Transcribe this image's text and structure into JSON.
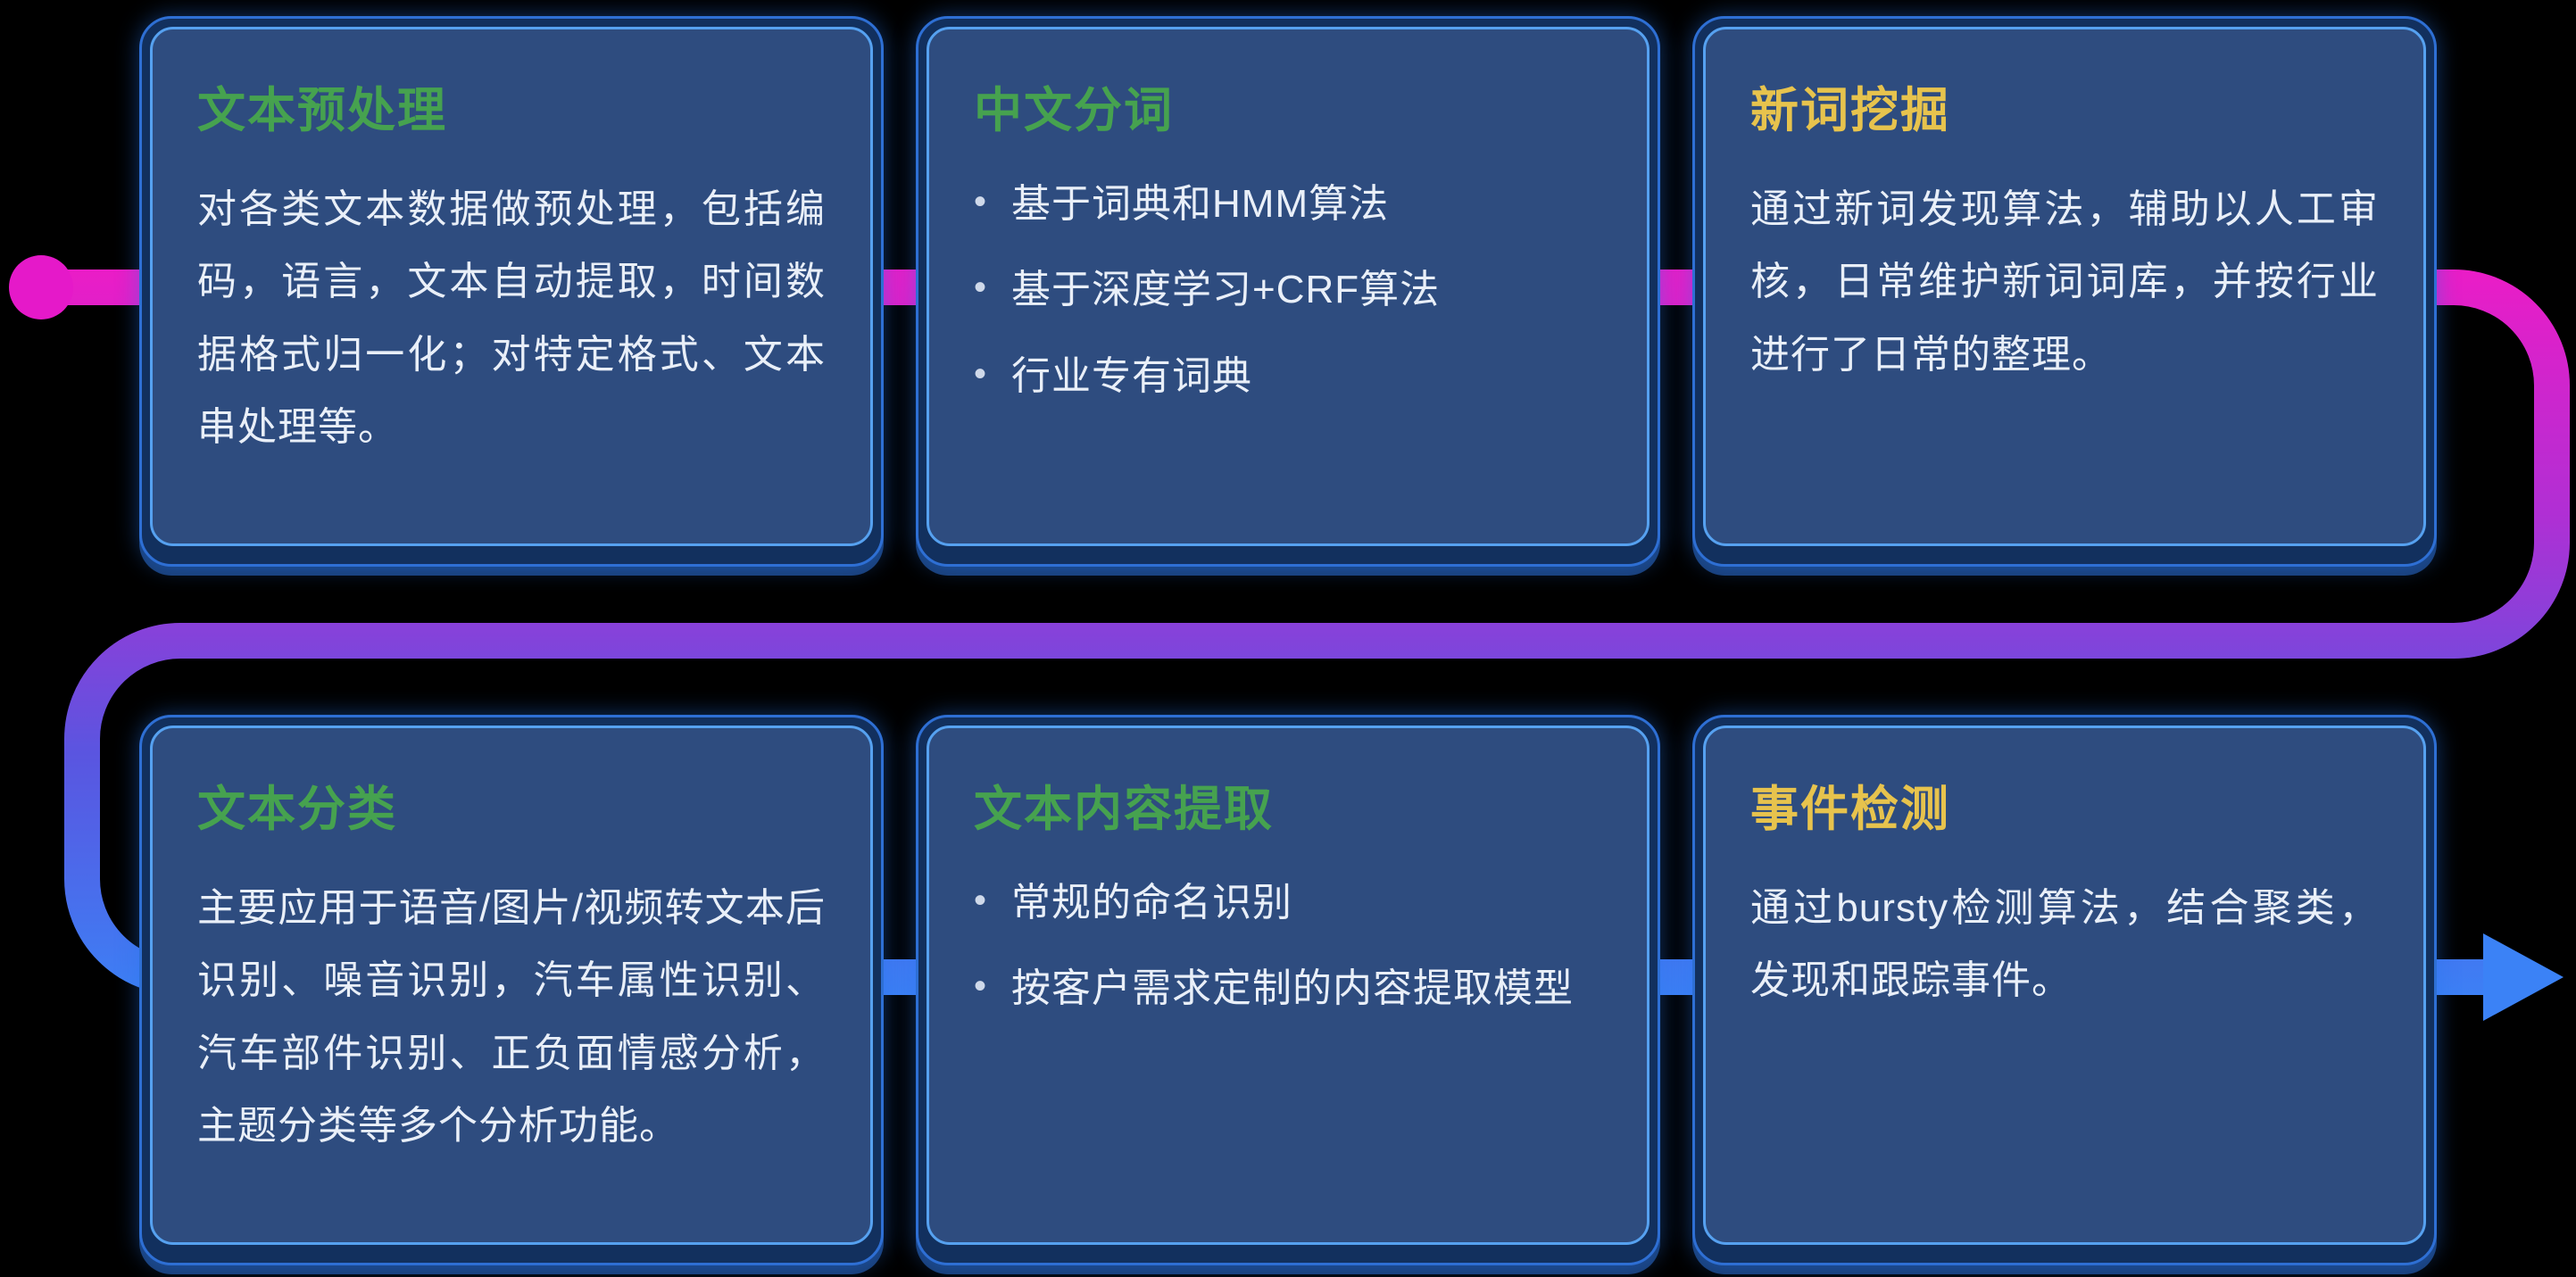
{
  "flow": {
    "start_dot_color": "#e519c9",
    "arrow_color": "#3b82f6",
    "gradient": [
      "#ed1cc6",
      "#b02fd4",
      "#5a55e0",
      "#3b82f6"
    ]
  },
  "palette": {
    "card_fill": "#2e4c7f",
    "card_inner_border": "#56a1f0",
    "card_outer_border": "#2e6fd4",
    "green_title": "#46a24f",
    "yellow_title": "#e7c34d",
    "body_text": "#e9eff8"
  },
  "cards": [
    {
      "id": "text-preprocessing",
      "title": "文本预处理",
      "title_color": "#46a24f",
      "body": "对各类文本数据做预处理，包括编码，语言，文本自动提取，时间数据格式归一化；对特定格式、文本串处理等。"
    },
    {
      "id": "chinese-word-segmentation",
      "title": "中文分词",
      "title_color": "#46a24f",
      "bullets": [
        "基于词典和HMM算法",
        "基于深度学习+CRF算法",
        "行业专有词典"
      ]
    },
    {
      "id": "new-word-mining",
      "title": "新词挖掘",
      "title_color": "#e7c34d",
      "body": "通过新词发现算法，辅助以人工审核，日常维护新词词库，并按行业进行了日常的整理。"
    },
    {
      "id": "text-classification",
      "title": "文本分类",
      "title_color": "#46a24f",
      "body": "主要应用于语音/图片/视频转文本后识别、噪音识别，汽车属性识别、汽车部件识别、正负面情感分析，主题分类等多个分析功能。"
    },
    {
      "id": "text-content-extraction",
      "title": "文本内容提取",
      "title_color": "#46a24f",
      "bullets": [
        "常规的命名识别",
        "按客户需求定制的内容提取模型"
      ]
    },
    {
      "id": "event-detection",
      "title": "事件检测",
      "title_color": "#e7c34d",
      "body": "通过bursty检测算法，结合聚类，发现和跟踪事件。"
    }
  ]
}
